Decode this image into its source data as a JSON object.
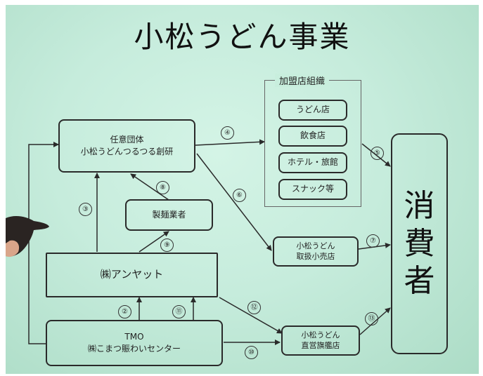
{
  "title": "小松うどん事業",
  "nodes": {
    "nini_dantai": {
      "line1": "任意団体",
      "line2": "小松うどんつるつる創研"
    },
    "seimen": {
      "label": "製麺業者"
    },
    "anyatto": {
      "label": "㈱アンヤット"
    },
    "tmo": {
      "line1": "TMO",
      "line2": "㈱こまつ賑わいセンター"
    },
    "kameiten": {
      "title": "加盟店組織",
      "items": [
        "うどん店",
        "飲食店",
        "ホテル・旅館",
        "スナック等"
      ]
    },
    "toriatsukai": {
      "line1": "小松うどん",
      "line2": "取扱小売店"
    },
    "chokuei": {
      "line1": "小松うどん",
      "line2": "直営旗艦店"
    },
    "consumer": {
      "chars": [
        "消",
        "費",
        "者"
      ]
    }
  },
  "numbers": {
    "n2": "②",
    "n3": "③",
    "n4": "④",
    "n5": "⑤",
    "n6": "⑥",
    "n7": "⑦",
    "n8": "⑧",
    "n9": "⑨",
    "n10": "⑩",
    "n11": "⑪",
    "n12": "⑫",
    "n13": "⑬"
  },
  "colors": {
    "background": "#c6ecdc",
    "stroke": "#2a2a2a"
  }
}
